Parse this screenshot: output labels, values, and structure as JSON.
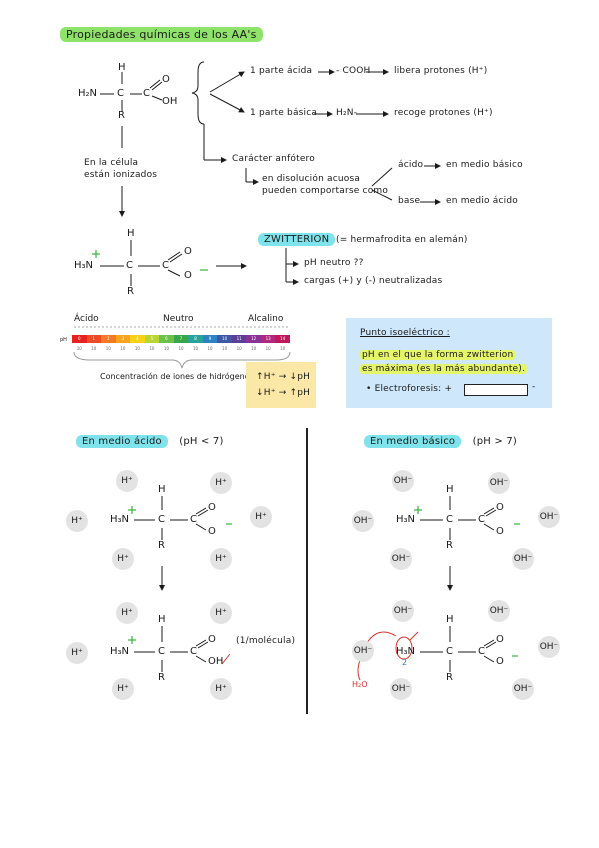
{
  "title": "Propiedades químicas de los AA's",
  "amino_acid": {
    "H_top": "H",
    "H3N": "H₂N",
    "C": "C",
    "O": "O",
    "OH": "OH",
    "R": "R"
  },
  "branches": {
    "acid_part": "1 parte ácida",
    "acid_group": "- COOH",
    "acid_action": "libera protones (H⁺)",
    "base_part": "1 parte básica",
    "base_group": "H₂N-",
    "base_action": "recoge protones (H⁺)"
  },
  "anfotero": {
    "label": "Carácter anfótero",
    "line1": "en disolución acuosa",
    "line2": "pueden comportarse como",
    "acido": "ácido",
    "acido_medio": "en medio básico",
    "base": "base",
    "base_medio": "en medio ácido"
  },
  "cell_note": {
    "line1": "En la célula",
    "line2": "están ionizados"
  },
  "zwitterion": {
    "label": "ZWITTERION",
    "meaning": "(= hermafrodita en alemán)",
    "ph": "pH neutro ??",
    "cargas": "cargas (+) y (-) neutralizadas"
  },
  "ph_scale": {
    "acido": "Ácido",
    "neutro": "Neutro",
    "alcalino": "Alcalino",
    "ph_label": "pH",
    "caption": "Concentración de iones de hidrógeno",
    "numbers": [
      "0",
      "1",
      "2",
      "3",
      "4",
      "5",
      "6",
      "7",
      "8",
      "9",
      "10",
      "11",
      "12",
      "13",
      "14"
    ],
    "colors": [
      "#e8231f",
      "#ee4a23",
      "#f47a25",
      "#f8a41f",
      "#f7d21b",
      "#b9d534",
      "#6dc148",
      "#39a64a",
      "#2aa39b",
      "#2d84c5",
      "#3e58a6",
      "#5c3d98",
      "#8a3296",
      "#b0297e",
      "#c2185b"
    ],
    "rule1": "H⁺ → ↓pH",
    "rule2": "H⁺ → ↑pH"
  },
  "isoelectric": {
    "title": "Punto isoeléctrico :",
    "line1": "pH en el que la forma zwitterion",
    "line2": "es máxima (es la más abundante).",
    "line3": "• Electroforesis: +",
    "minus": "-"
  },
  "acid_section": {
    "title": "En medio ácido",
    "cond": "(pH < 7)",
    "ion": "H⁺",
    "note": "(1/molécula)"
  },
  "base_section": {
    "title": "En medio básico",
    "cond": "(pH > 7)",
    "ion": "OH⁻",
    "water": "H₂O",
    "num": "2"
  },
  "molecule": {
    "H": "H",
    "H3N": "H₃N",
    "C": "C",
    "O": "O",
    "R": "R",
    "OH": "OH"
  }
}
